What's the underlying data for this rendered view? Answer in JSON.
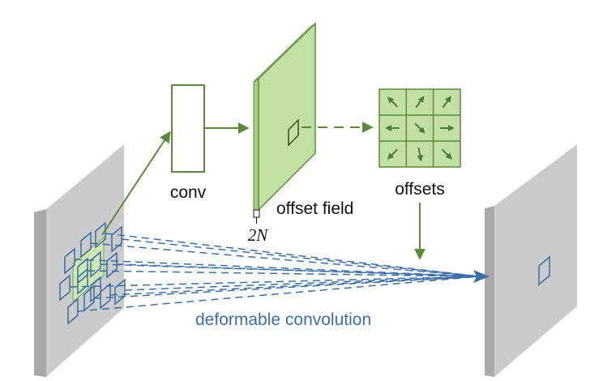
{
  "labels": {
    "conv": "conv",
    "offset_field": "offset field",
    "offsets": "offsets",
    "two_n": "2N",
    "deformable_convolution": "deformable convolution"
  },
  "colors": {
    "green_stroke": "#5b8a3c",
    "green_fill": "#c9e4ad",
    "green_fill_dark": "#a9cf86",
    "gray_face": "#c8c8c8",
    "gray_side": "#e2e2e2",
    "blue": "#3b6ea6",
    "text": "#111111"
  },
  "offsets_grid": {
    "arrow_directions": [
      "up-left",
      "up-right",
      "up-right",
      "left",
      "down-right",
      "right",
      "down-left",
      "down",
      "down-right"
    ]
  }
}
